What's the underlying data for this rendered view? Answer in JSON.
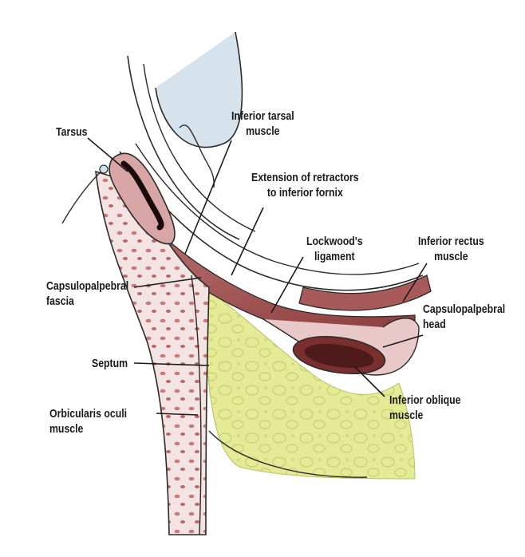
{
  "labels": {
    "tarsus": {
      "lines": [
        "Tarsus"
      ]
    },
    "inferior_tarsal_muscle": {
      "lines": [
        "Inferior tarsal",
        "muscle"
      ]
    },
    "extension_of_retractors": {
      "lines": [
        "Extension of retractors",
        "to inferior fornix"
      ]
    },
    "lockwoods_ligament": {
      "lines": [
        "Lockwood's",
        "ligament"
      ]
    },
    "inferior_rectus_muscle": {
      "lines": [
        "Inferior rectus",
        "muscle"
      ]
    },
    "capsulopalpebral_fascia": {
      "lines": [
        "Capsulopalpebral",
        "fascia"
      ]
    },
    "capsulopalpebral_head": {
      "lines": [
        "Capsulopalpebral",
        "head"
      ]
    },
    "septum": {
      "lines": [
        "Septum"
      ]
    },
    "orbicularis_oculi_muscle": {
      "lines": [
        "Orbicularis oculi",
        "muscle"
      ]
    },
    "inferior_oblique_muscle": {
      "lines": [
        "Inferior oblique",
        "muscle"
      ]
    }
  },
  "colors": {
    "muscle": "#a85a5a",
    "muscle_dark": "#6e2a2a",
    "fat": "#e6ec9a",
    "globe": "#c6d7e3",
    "outline": "#2a2a2a"
  }
}
